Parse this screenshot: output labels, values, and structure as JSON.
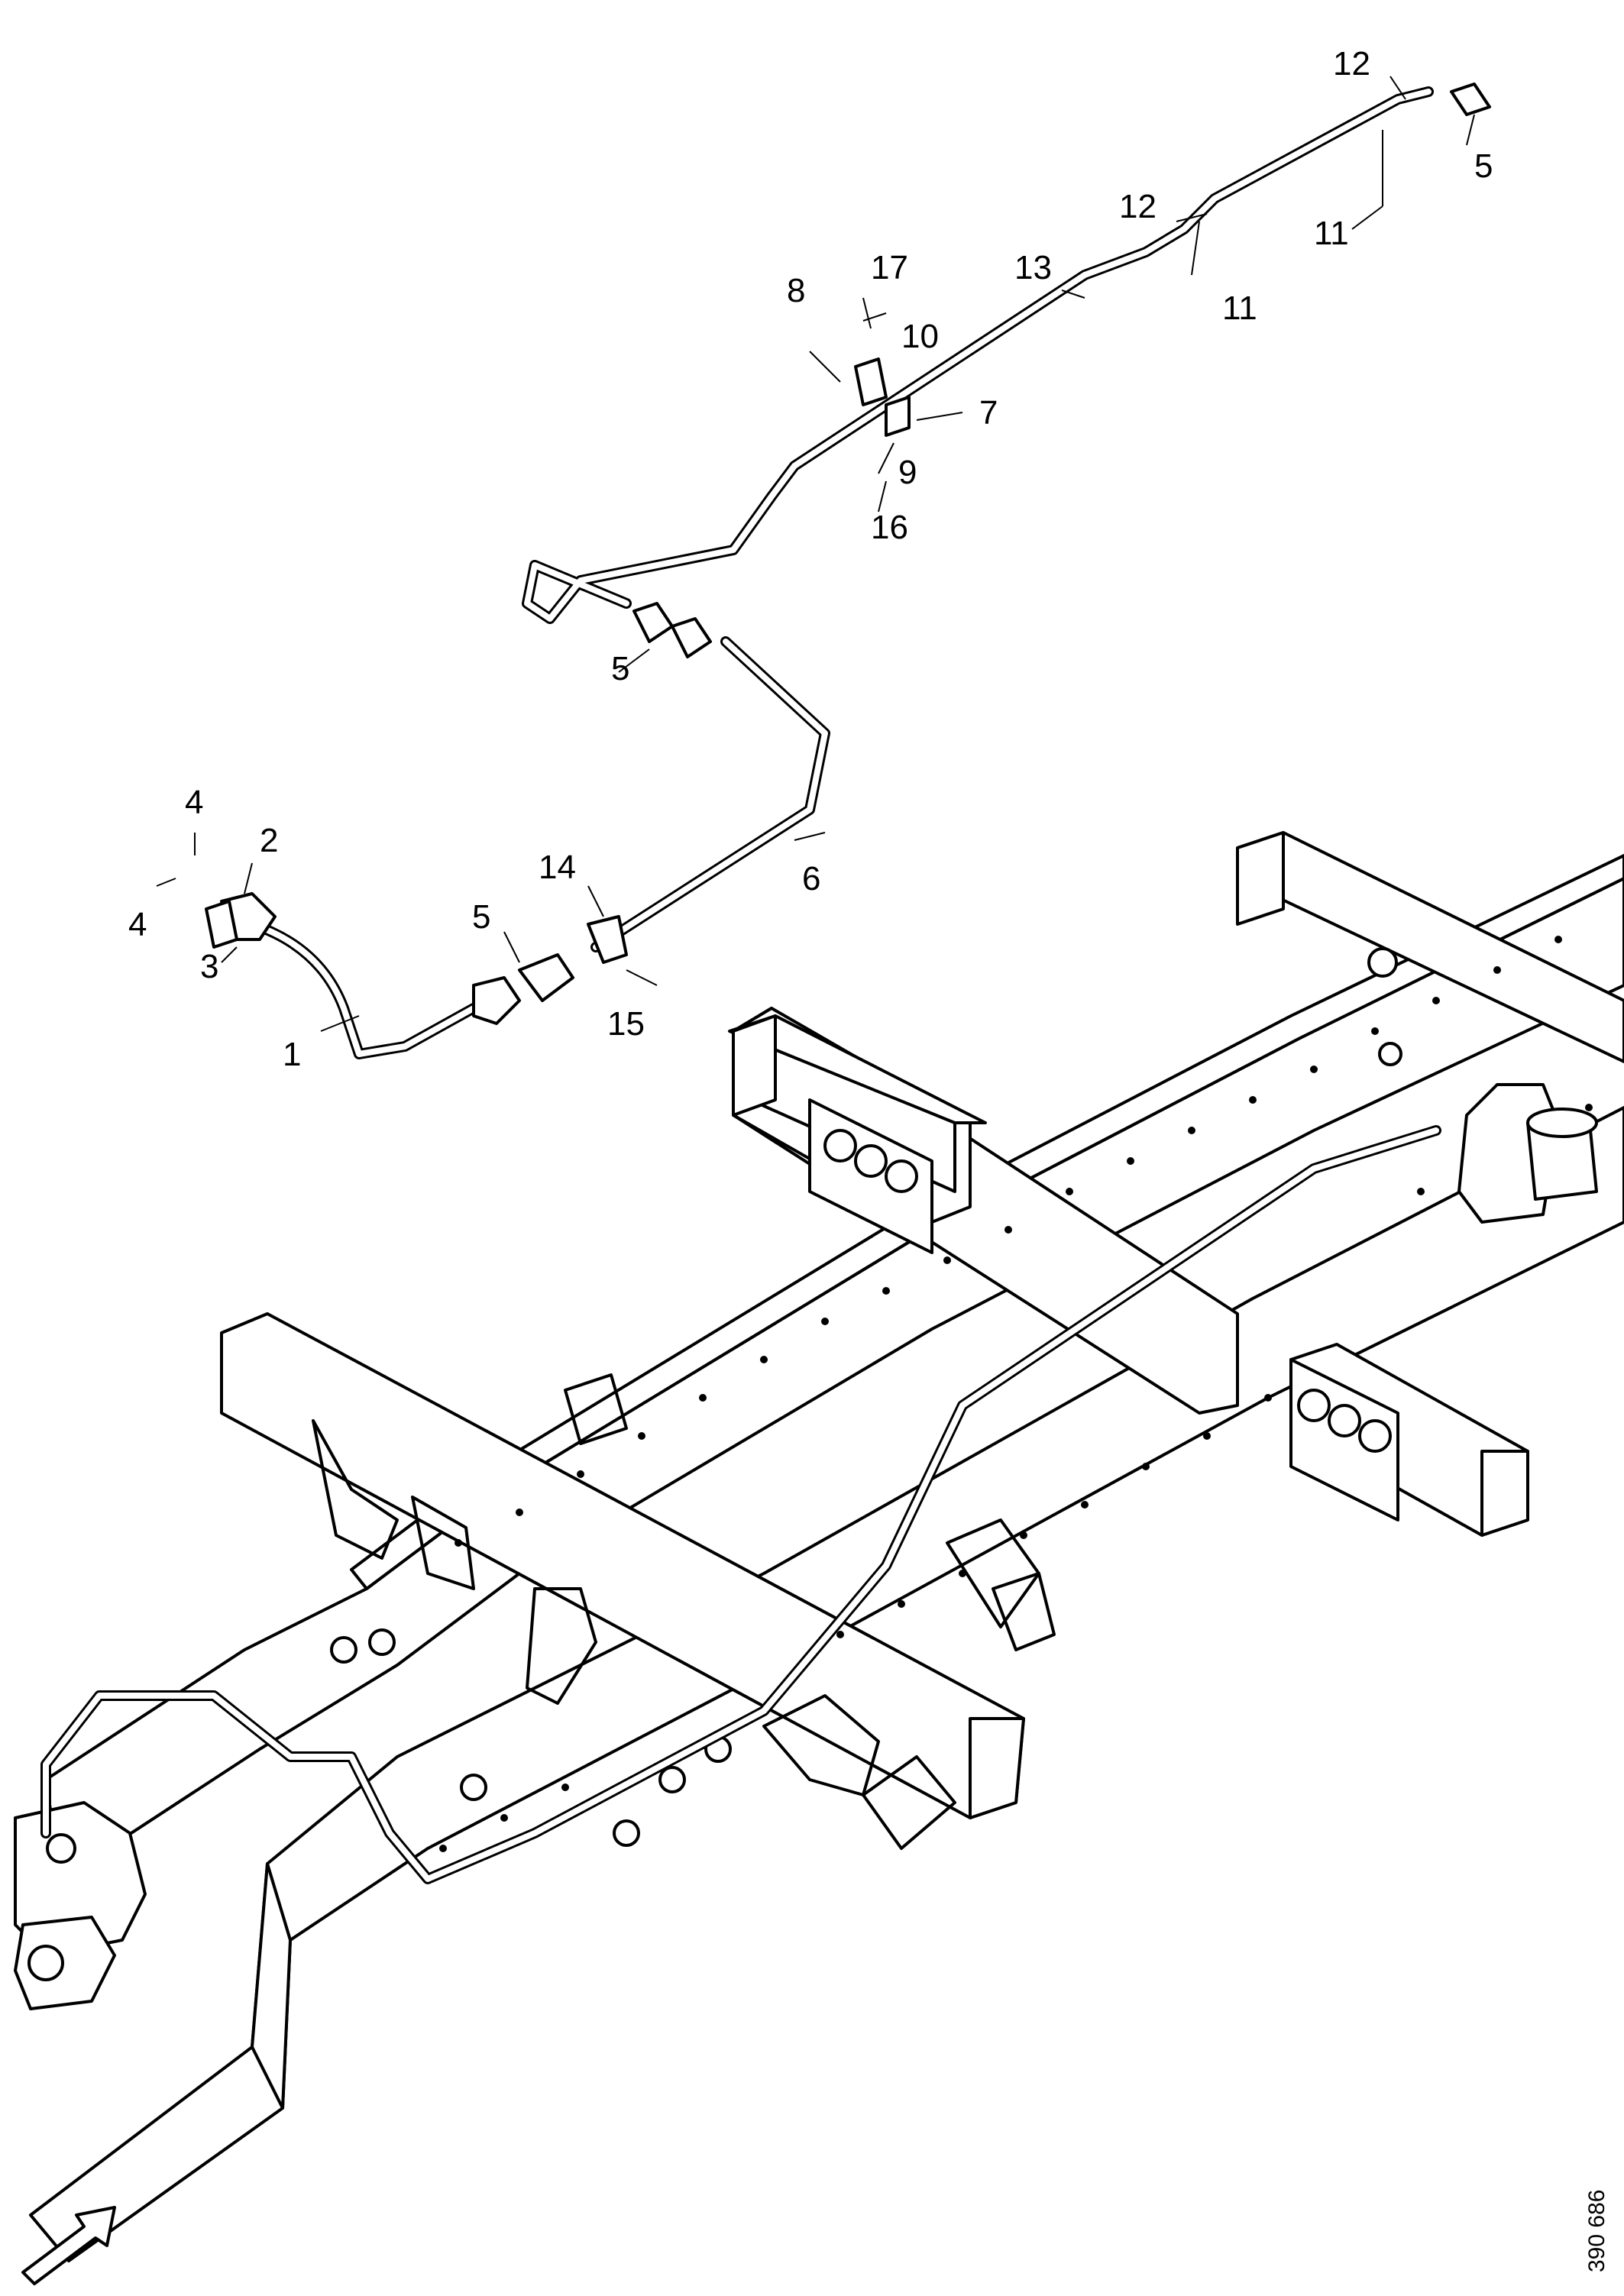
{
  "diagram": {
    "reference_number": "390 686",
    "callouts": {
      "c1": "1",
      "c2": "2",
      "c3": "3",
      "c4a": "4",
      "c4b": "4",
      "c5a": "5",
      "c5b": "5",
      "c5c": "5",
      "c6": "6",
      "c7": "7",
      "c8": "8",
      "c9": "9",
      "c10": "10",
      "c11a": "11",
      "c11b": "11",
      "c12a": "12",
      "c12b": "12",
      "c13": "13",
      "c14": "14",
      "c15": "15",
      "c16": "16",
      "c17": "17"
    }
  }
}
